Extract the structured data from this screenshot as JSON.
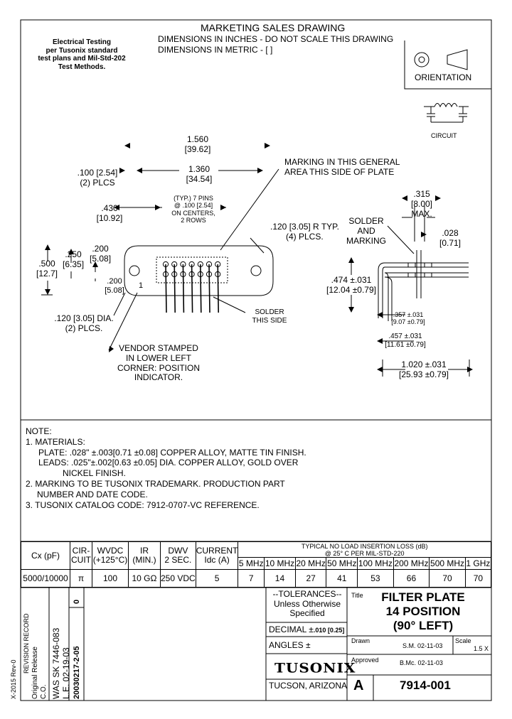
{
  "header": {
    "title": "MARKETING SALES DRAWING",
    "dim_inches": "DIMENSIONS IN INCHES - DO NOT SCALE THIS DRAWING",
    "dim_metric": "DIMENSIONS IN METRIC - [  ]"
  },
  "testing_note": [
    "Electrical Testing",
    "per Tusonix standard",
    "test plans and Mil-Std-202",
    "Test Methods."
  ],
  "orientation_label": "ORIENTATION",
  "circuit_label": "CIRCUIT",
  "front_view": {
    "dim_1560": "1.560",
    "dim_1560_mm": "[39.62]",
    "dim_1360": "1.360",
    "dim_1360_mm": "[34.54]",
    "dim_100": ".100 [2.54]",
    "dim_100_plcs": "(2) PLCS",
    "dim_430": ".430",
    "dim_430_mm": "[10.92]",
    "pins_note": [
      "(TYP.) 7 PINS",
      "@ .100 [2.54]",
      "ON CENTERS,",
      "2 ROWS"
    ],
    "marking_note": [
      "MARKING IN THIS GENERAL",
      "AREA THIS SIDE OF PLATE"
    ],
    "radius_note": [
      ".120 [3.05] R TYP.",
      "(4) PLCS."
    ],
    "dim_500": ".500",
    "dim_500_mm": "[12.7]",
    "dim_250": ".250",
    "dim_250_mm": "[6.35]",
    "dim_200a": ".200",
    "dim_200a_mm": "[5.08]",
    "dim_200b": ".200",
    "dim_200b_mm": "[5.08]",
    "pin_one": "1",
    "dia_note": [
      ".120 [3.05] DIA.",
      "(2) PLCS."
    ],
    "solder_side": [
      "SOLDER",
      "THIS SIDE"
    ],
    "vendor_note": [
      "VENDOR STAMPED",
      "IN LOWER LEFT",
      "CORNER: POSITION",
      "INDICATOR."
    ]
  },
  "side_view": {
    "dim_315": ".315",
    "dim_315_mm": "[8.00]",
    "max": "MAX.",
    "solder_marking": [
      "SOLDER",
      "AND",
      "MARKING"
    ],
    "dim_028": ".028",
    "dim_028_mm": "[0.71]",
    "dim_474": ".474 ±.031",
    "dim_474_mm": "[12.04 ±0.79]",
    "dim_357": ".357 ±.031",
    "dim_357_mm": "[9.07 ±0.79]",
    "dim_457": ".457 ±.031",
    "dim_457_mm": "[11.61 ±0.79]",
    "dim_1020": "1.020 ±.031",
    "dim_1020_mm": "[25.93 ±0.79]"
  },
  "notes": [
    "NOTE:",
    "1.  MATERIALS:",
    "PLATE: .028\" ±.003[0.71 ±0.08] COPPER ALLOY, MATTE TIN FINISH.",
    "LEADS: .025\"±.002[0.63 ±0.05] DIA. COPPER ALLOY, GOLD OVER",
    "NICKEL FINISH.",
    "2.  MARKING TO BE TUSONIX TRADEMARK. PRODUCTION PART",
    "NUMBER AND DATE CODE.",
    "3.  TUSONIX CATALOG CODE:  7912-0707-VC REFERENCE."
  ],
  "spec_table": {
    "headers": {
      "cx": "Cx (pF)",
      "circuit": [
        "CIR-",
        "CUIT"
      ],
      "wvdc": [
        "WVDC",
        "(+125°C)"
      ],
      "ir": [
        "IR",
        "(MIN.)"
      ],
      "dwv": [
        "DWV",
        "2 SEC."
      ],
      "current": [
        "CURRENT",
        "Idc (A)"
      ],
      "loss_title": "TYPICAL NO LOAD INSERTION LOSS (dB)",
      "loss_sub": "@ 25° C PER MIL-STD-220"
    },
    "freqs": [
      "5 MHz",
      "10 MHz",
      "20 MHz",
      "50 MHz",
      "100 MHz",
      "200 MHz",
      "500 MHz",
      "1 GHz"
    ],
    "row": {
      "cx": "5000/10000",
      "circuit": "π",
      "wvdc": "100",
      "ir": "10 GΩ",
      "dwv": "250 VDC",
      "current": "5",
      "losses": [
        "7",
        "14",
        "27",
        "41",
        "53",
        "66",
        "70",
        "70"
      ]
    }
  },
  "title_block": {
    "form": "X-2015 Rev-0",
    "revision_record": "REVISION RECORD",
    "rev_a": [
      "Original Release",
      "C.O."
    ],
    "rev_b": [
      "WAS SK 7446-083",
      "L.E. 02-19-03"
    ],
    "rev_zero": "0",
    "rev_date": "20030217-2-05",
    "tolerances": [
      "--TOLERANCES--",
      "Unless Otherwise",
      "Specified"
    ],
    "decimal_label": "DECIMAL ±",
    "decimal_value": ".010 [0.25]",
    "angles": "ANGLES ±",
    "title_label": "Title",
    "title": [
      "FILTER PLATE",
      "14 POSITION",
      "(90° LEFT)"
    ],
    "drawn_label": "Drawn",
    "drawn_value": "S.M. 02-11-03",
    "scale_label": "Scale",
    "scale_value": "1.5 X",
    "approved_label": "Approved",
    "approved_value": "B.Mc. 02-11-03",
    "logo": "TUSONIX",
    "location": "TUCSON, ARIZONA",
    "size": "A",
    "part_number": "7914-001"
  }
}
